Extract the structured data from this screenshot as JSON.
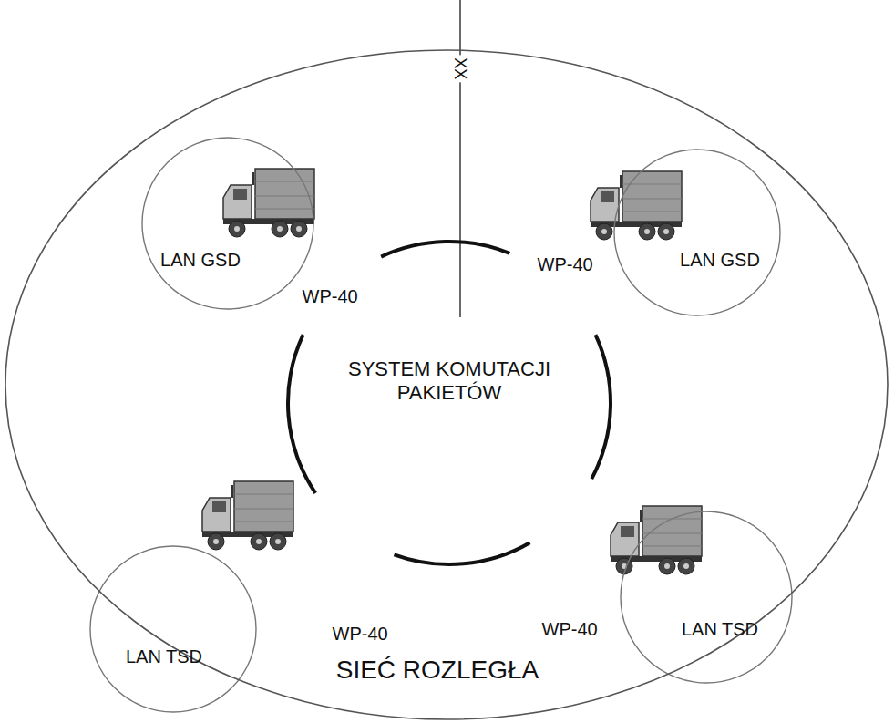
{
  "diagram": {
    "nodes": [
      {
        "text": [
          "SIEĆ ROZLEGŁA"
        ]
      },
      {
        "text": [
          "SYSTEM KOMUTACJI PAKIETÓW"
        ],
        "in": 0
      },
      {
        "text": [
          "LAN GSD"
        ],
        "in": 0
      },
      {
        "text": [
          "LAN GSD"
        ],
        "in": 0
      },
      {
        "text": [
          "LAN TSD"
        ],
        "in": 0
      },
      {
        "text": [
          "LAN TSD"
        ],
        "in": 0
      }
    ],
    "labels": [
      "XX",
      "WP-40",
      "WP-40",
      "WP-40",
      "WP-40"
    ]
  }
}
